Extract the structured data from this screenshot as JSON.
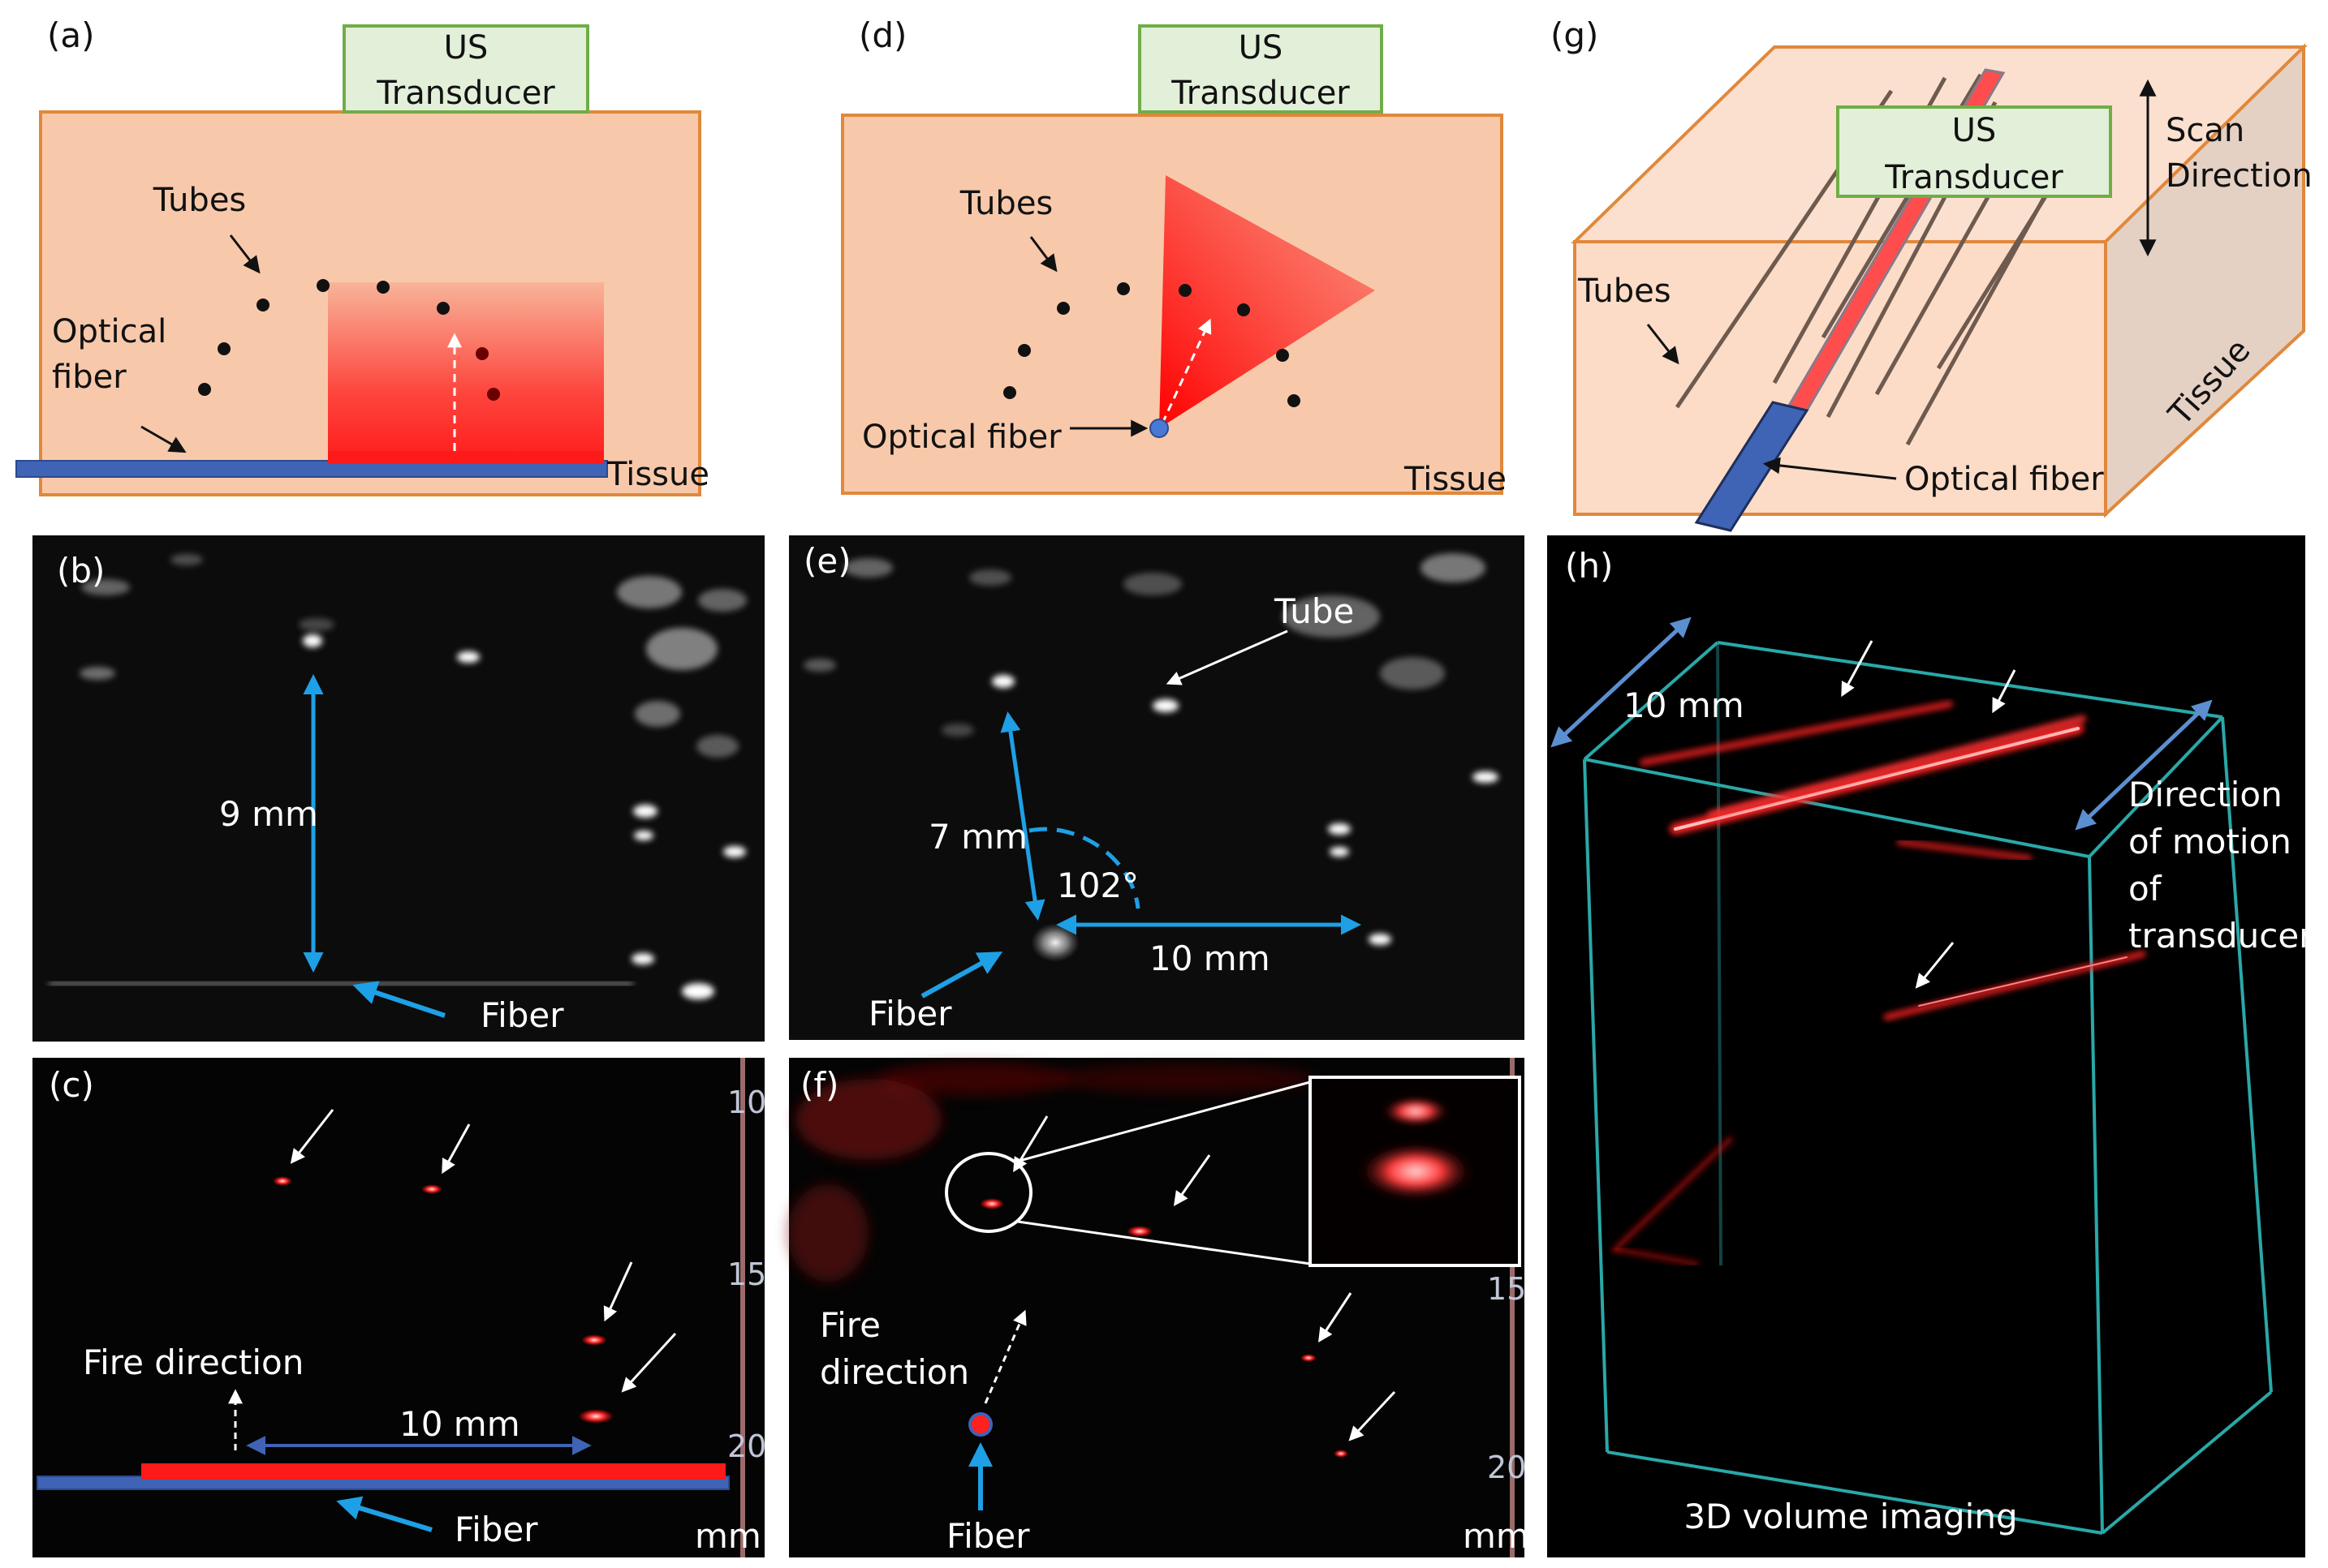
{
  "panels": {
    "a": {
      "label": "(a)",
      "transducer_line1": "US",
      "transducer_line2": "Transducer",
      "tubes": "Tubes",
      "fiber_line1": "Optical",
      "fiber_line2": "fiber",
      "tissue": "Tissue"
    },
    "b": {
      "label": "(b)",
      "distance": "9 mm",
      "fiber": "Fiber"
    },
    "c": {
      "label": "(c)",
      "fire_direction": "Fire direction",
      "distance": "10 mm",
      "fiber": "Fiber",
      "ticks": [
        "10",
        "15",
        "20"
      ],
      "unit": "mm"
    },
    "d": {
      "label": "(d)",
      "transducer_line1": "US",
      "transducer_line2": "Transducer",
      "tubes": "Tubes",
      "fiber": "Optical fiber",
      "tissue": "Tissue"
    },
    "e": {
      "label": "(e)",
      "tube": "Tube",
      "distance_vertical": "7 mm",
      "angle": "102°",
      "distance_horizontal": "10 mm",
      "fiber": "Fiber"
    },
    "f": {
      "label": "(f)",
      "fire_line1": "Fire",
      "fire_line2": "direction",
      "fiber": "Fiber",
      "ticks": [
        "15",
        "20"
      ],
      "unit": "mm"
    },
    "g": {
      "label": "(g)",
      "transducer_line1": "US",
      "transducer_line2": "Transducer",
      "scan_line1": "Scan",
      "scan_line2": "Direction",
      "tubes": "Tubes",
      "tissue": "Tissue",
      "fiber": "Optical fiber"
    },
    "h": {
      "label": "(h)",
      "distance": "10 mm",
      "motion_line1": "Direction",
      "motion_line2": "of motion",
      "motion_line3": "of",
      "motion_line4": "transducer",
      "caption": "3D volume imaging"
    }
  },
  "colors": {
    "tissue_fill": "#f7c9aa",
    "tissue_border": "#e0883c",
    "transducer_fill": "#e2efd9",
    "transducer_border": "#70ad47",
    "fiber": "#3f63b5",
    "laser": "#ff1a1a",
    "arrow_blue": "#1ea0e6",
    "signal_red": "#ff2a2a",
    "box_teal": "#2aa8a8"
  }
}
